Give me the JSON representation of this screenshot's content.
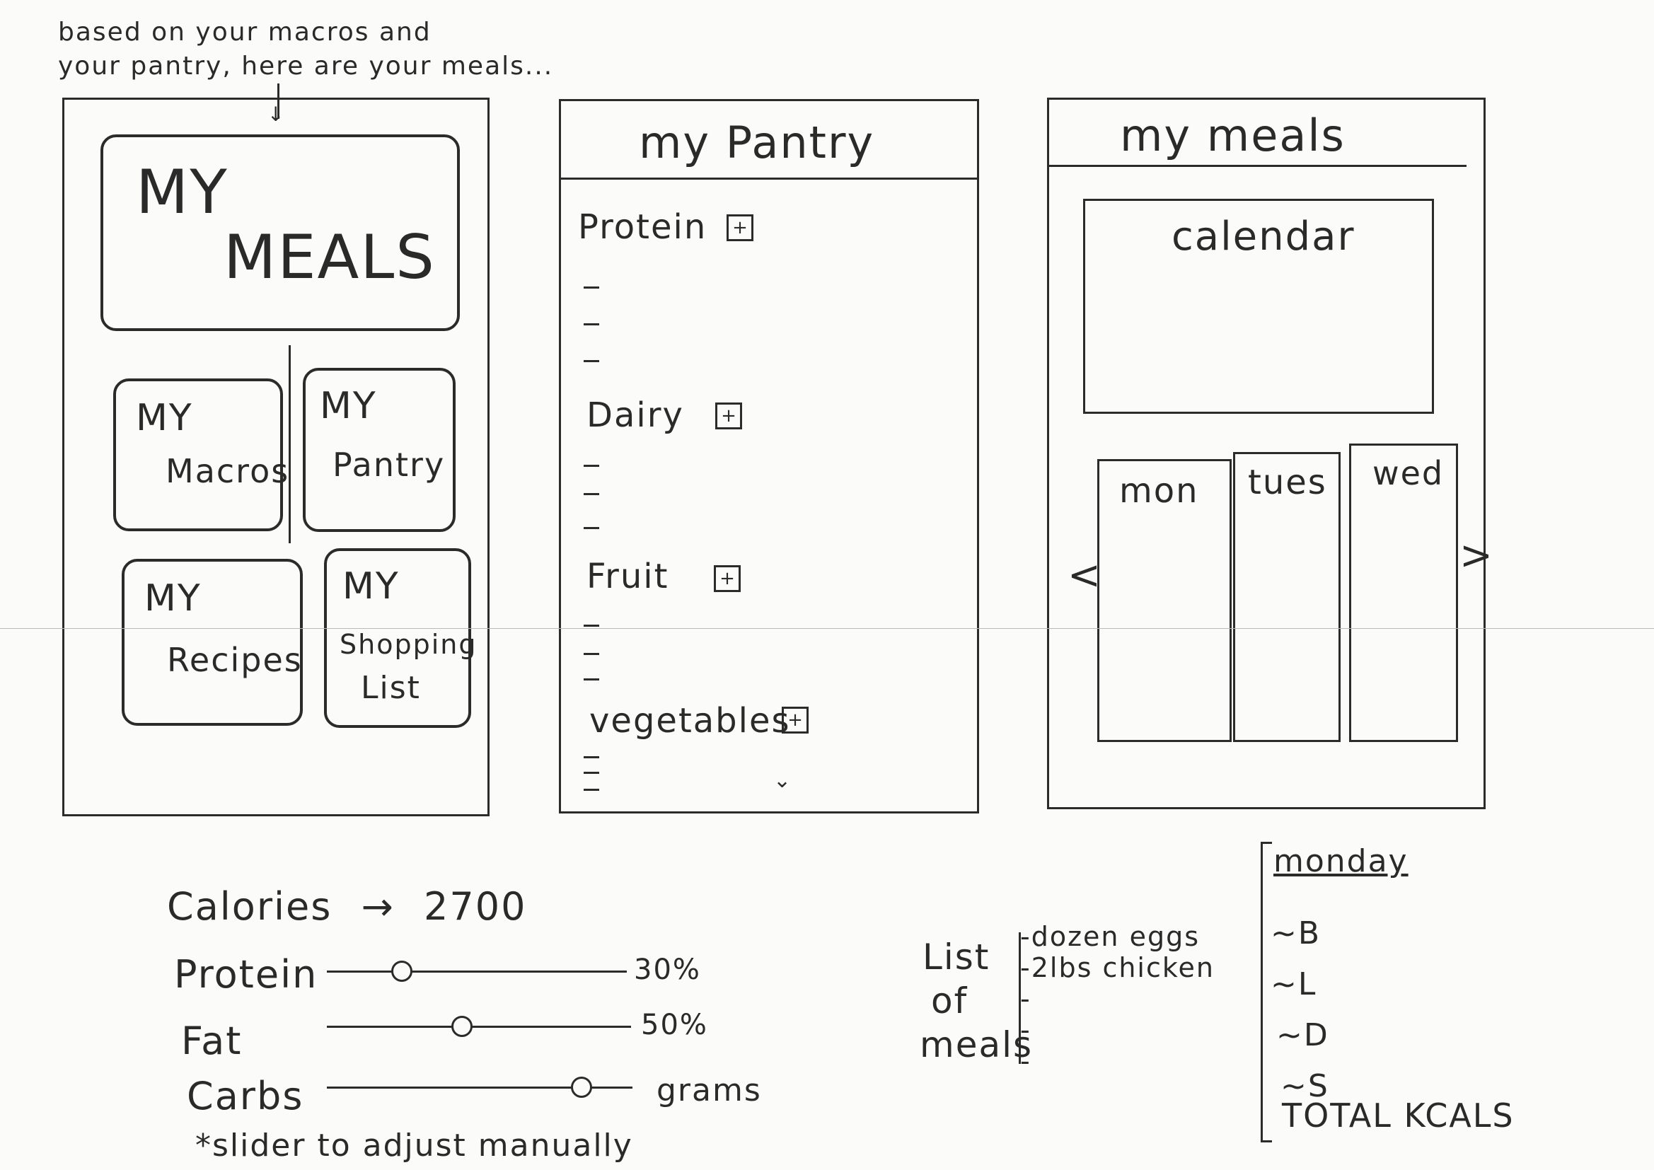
{
  "annotation": {
    "line1": "based on your macros and",
    "line2": "your pantry, here are your meals..."
  },
  "home": {
    "my_meals": {
      "line1": "MY",
      "line2": "MEALS"
    },
    "my_macros": {
      "line1": "MY",
      "line2": "Macros"
    },
    "my_pantry": {
      "line1": "MY",
      "line2": "Pantry"
    },
    "my_recipes": {
      "line1": "MY",
      "line2": "Recipes"
    },
    "my_shopping_list": {
      "line1": "MY",
      "line2": "Shopping",
      "line3": "List"
    }
  },
  "pantry": {
    "title": "my Pantry",
    "sections": [
      {
        "label": "Protein",
        "add": "+"
      },
      {
        "label": "Dairy",
        "add": "+"
      },
      {
        "label": "Fruit",
        "add": "+"
      },
      {
        "label": "vegetables",
        "add": "+"
      }
    ]
  },
  "meals": {
    "title": "my meals",
    "calendar": "calendar",
    "days": [
      "mon",
      "tues",
      "wed"
    ],
    "prev": "<",
    "next": ">"
  },
  "macros": {
    "calories_label": "Calories",
    "calories_arrow": "→",
    "calories_value": "2700",
    "rows": [
      {
        "label": "Protein",
        "value": "30%",
        "level": 0.25
      },
      {
        "label": "Fat",
        "value": "50%",
        "level": 0.45
      },
      {
        "label": "Carbs",
        "value": "grams",
        "level": 0.85
      }
    ],
    "note": "*slider to adjust manually"
  },
  "shopping": {
    "label_line1": "List",
    "label_line2": "of",
    "label_line3": "meals",
    "items": [
      "-dozen eggs",
      "-2lbs chicken",
      "-",
      "-",
      "-"
    ]
  },
  "day_detail": {
    "title": "monday",
    "items": [
      "~B",
      "~L",
      "~D",
      "~S"
    ],
    "total": "TOTAL KCALS"
  }
}
